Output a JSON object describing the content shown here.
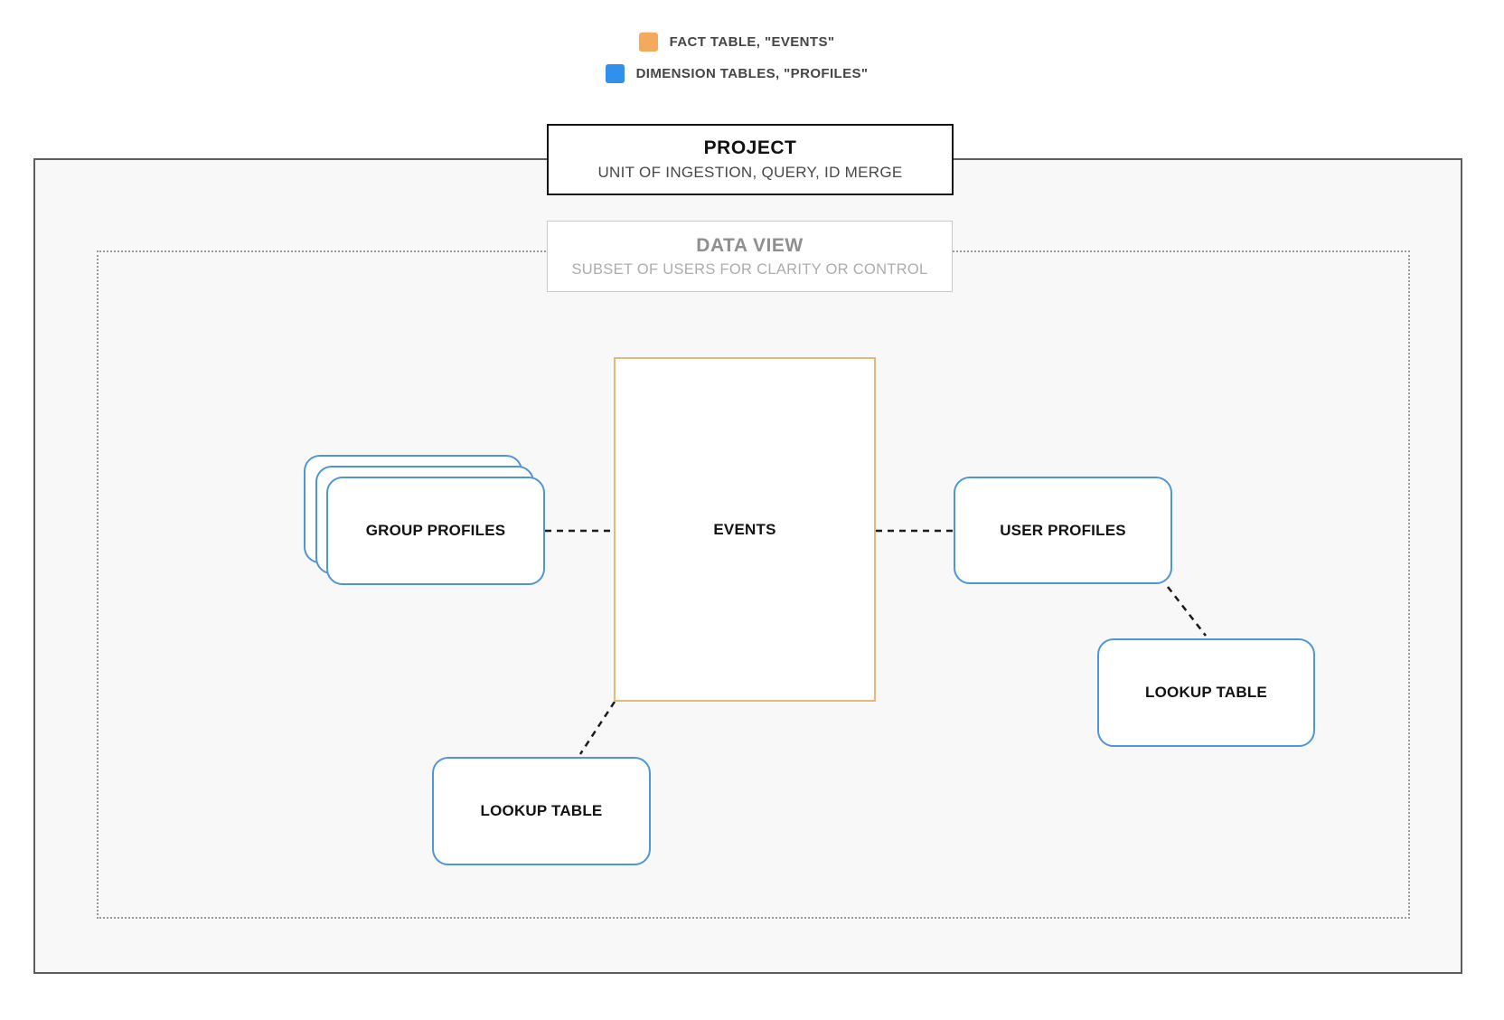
{
  "legend": {
    "items": [
      {
        "name": "fact-table",
        "label": "FACT TABLE, \"EVENTS\"",
        "color": "#f4a95c"
      },
      {
        "name": "dimension-tables",
        "label": "DIMENSION TABLES, \"PROFILES\"",
        "color": "#3090ec"
      }
    ]
  },
  "project": {
    "title": "PROJECT",
    "subtitle": "UNIT OF INGESTION, QUERY, ID MERGE"
  },
  "data_view": {
    "title": "DATA VIEW",
    "subtitle": "SUBSET OF USERS FOR CLARITY OR CONTROL"
  },
  "nodes": {
    "events": {
      "label": "EVENTS",
      "type": "fact"
    },
    "group_profiles": {
      "label": "GROUP PROFILES",
      "type": "dimension",
      "stacked": true
    },
    "user_profiles": {
      "label": "USER PROFILES",
      "type": "dimension"
    },
    "lookup_table_bottom": {
      "label": "LOOKUP TABLE",
      "type": "dimension"
    },
    "lookup_table_right": {
      "label": "LOOKUP TABLE",
      "type": "dimension"
    }
  },
  "connections": [
    {
      "from": "group_profiles",
      "to": "events",
      "style": "dashed"
    },
    {
      "from": "events",
      "to": "user_profiles",
      "style": "dashed"
    },
    {
      "from": "events",
      "to": "lookup_table_bottom",
      "style": "dashed"
    },
    {
      "from": "user_profiles",
      "to": "lookup_table_right",
      "style": "dashed"
    }
  ],
  "colors": {
    "fact_border": "#e7b77c",
    "dimension_border": "#4e95d9",
    "connector": "#1b1b1b",
    "boundary_solid": "#5e5e5e",
    "boundary_dotted": "#999999",
    "canvas_background": "#f8f8f8"
  }
}
